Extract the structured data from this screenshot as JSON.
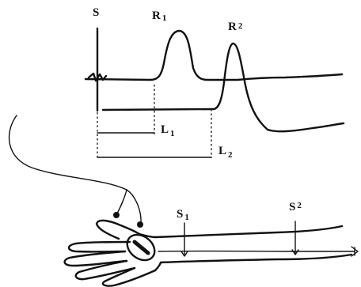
{
  "labels": {
    "stimulus": "S",
    "response1": {
      "main": "R",
      "sub": "1"
    },
    "response2": {
      "main": "R",
      "sub": "2"
    },
    "latency1": {
      "main": "L",
      "sub": "1"
    },
    "latency2": {
      "main": "L",
      "sub": "2"
    },
    "site1": {
      "main": "S",
      "sub": "1"
    },
    "site2": {
      "main": "S",
      "sub": "2"
    }
  }
}
